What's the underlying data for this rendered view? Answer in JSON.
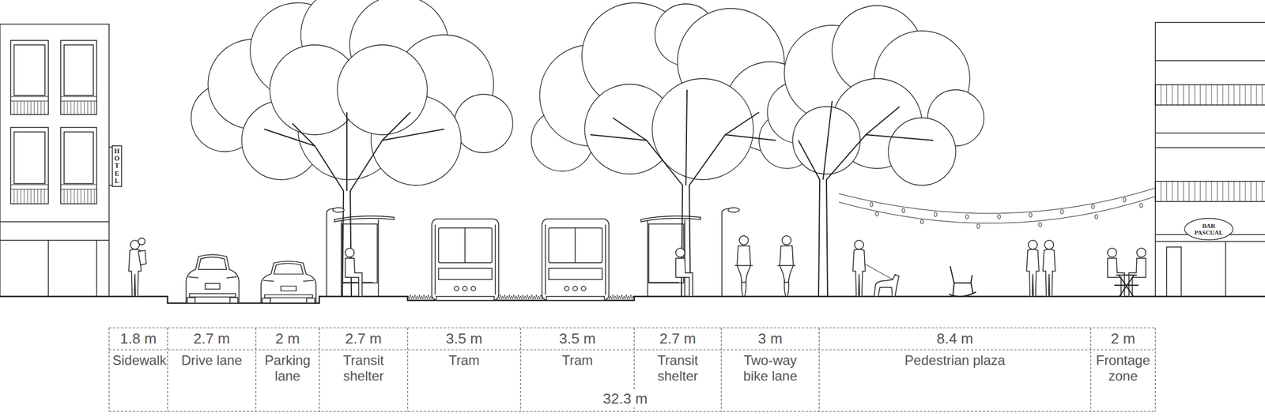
{
  "diagram": {
    "nodes": [
      {
        "text": [
          "HOTEL"
        ]
      },
      {
        "text": [
          "BAR PASCUAL"
        ]
      }
    ],
    "labels": [
      "1.8 m",
      "Sidewalk",
      "2.7 m",
      "Drive lane",
      "2 m",
      "Parking lane",
      "2.7 m",
      "Transit shelter",
      "3.5 m",
      "Tram",
      "3.5 m",
      "Tram",
      "2.7 m",
      "Transit shelter",
      "3 m",
      "Two-way bike lane",
      "8.4 m",
      "Pedestrian plaza",
      "2 m",
      "Frontage zone",
      "32.3 m"
    ]
  }
}
